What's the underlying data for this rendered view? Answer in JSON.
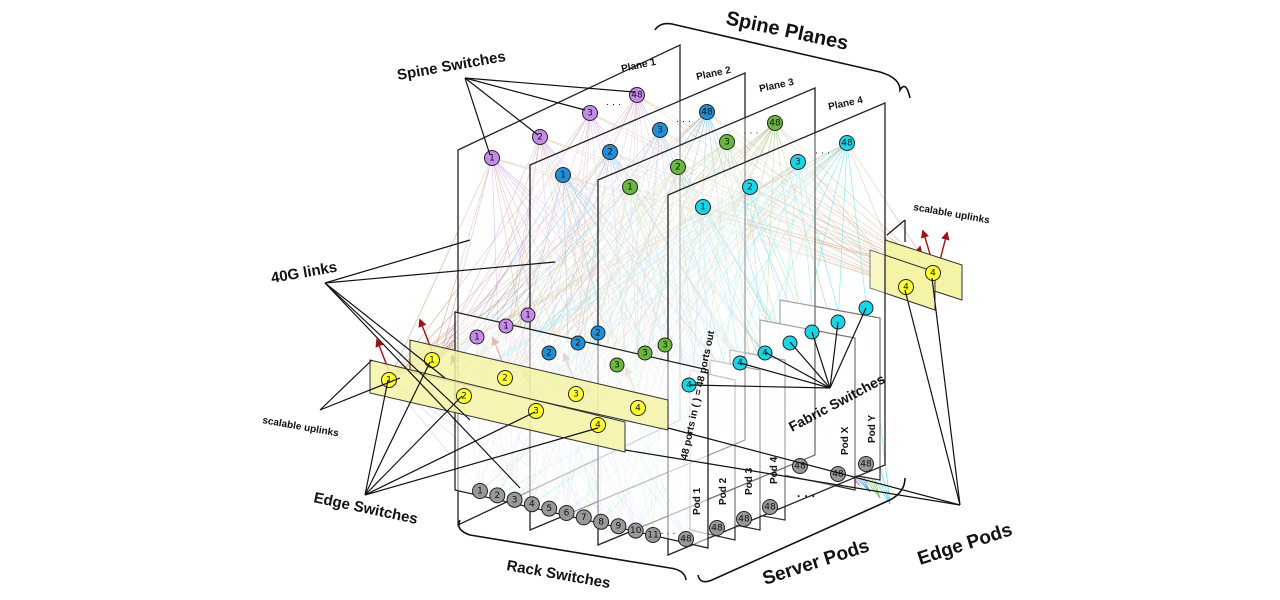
{
  "labels": {
    "spine_planes": "Spine Planes",
    "spine_switches": "Spine Switches",
    "links_40g": "40G links",
    "scalable_uplinks": "scalable uplinks",
    "edge_switches": "Edge Switches",
    "rack_switches": "Rack Switches",
    "server_pods": "Server Pods",
    "edge_pods": "Edge Pods",
    "fabric_switches": "Fabric Switches",
    "ports_note": "48 ports in  (     ) = 48 ports out",
    "ellipsis": "· · ·"
  },
  "planes": [
    {
      "label": "Plane 1",
      "color": "#c58be8",
      "nodes": [
        "1",
        "2",
        "3",
        "48"
      ]
    },
    {
      "label": "Plane 2",
      "color": "#1e8fd8",
      "nodes": [
        "1",
        "2",
        "3",
        "48"
      ]
    },
    {
      "label": "Plane 3",
      "color": "#6ab83c",
      "nodes": [
        "1",
        "2",
        "3",
        "48"
      ]
    },
    {
      "label": "Plane 4",
      "color": "#19d6e6",
      "nodes": [
        "1",
        "2",
        "3",
        "48"
      ]
    }
  ],
  "pods": [
    {
      "label": "Pod 1",
      "port": "48"
    },
    {
      "label": "Pod 2",
      "port": "48"
    },
    {
      "label": "Pod 3",
      "port": "48"
    },
    {
      "label": "Pod 4",
      "port": "48"
    },
    {
      "label": "Pod X",
      "port": "48"
    },
    {
      "label": "Pod Y",
      "port": "48"
    }
  ],
  "rack_switches": [
    "1",
    "2",
    "3",
    "4",
    "5",
    "6",
    "7",
    "8",
    "9",
    "10",
    "11",
    "48"
  ],
  "edge_switches_front": [
    "1",
    "2",
    "3",
    "4"
  ],
  "edge_switches_back": [
    "1",
    "2",
    "3",
    "4"
  ],
  "fabric_switch_labels": [
    "1",
    "2",
    "3",
    "4"
  ],
  "colors": {
    "plane1": "#c58be8",
    "plane2": "#1e8fd8",
    "plane3": "#6ab83c",
    "plane4": "#19d6e6",
    "edge_switch": "#ffff33",
    "edge_panel": "#f5f3a6",
    "uplink_arrow": "#a01010",
    "rack_switch": "#999999",
    "link_brown": "#c0804a"
  }
}
